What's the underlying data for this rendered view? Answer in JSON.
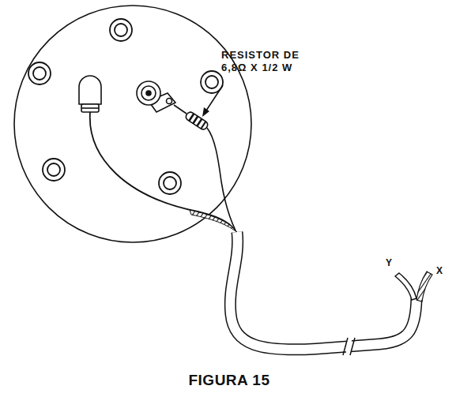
{
  "diagram": {
    "caption": "FIGURA 15",
    "labels": [
      "RESISTOR DE 6,8Ω X 1/2 W",
      "Y",
      "X"
    ]
  }
}
